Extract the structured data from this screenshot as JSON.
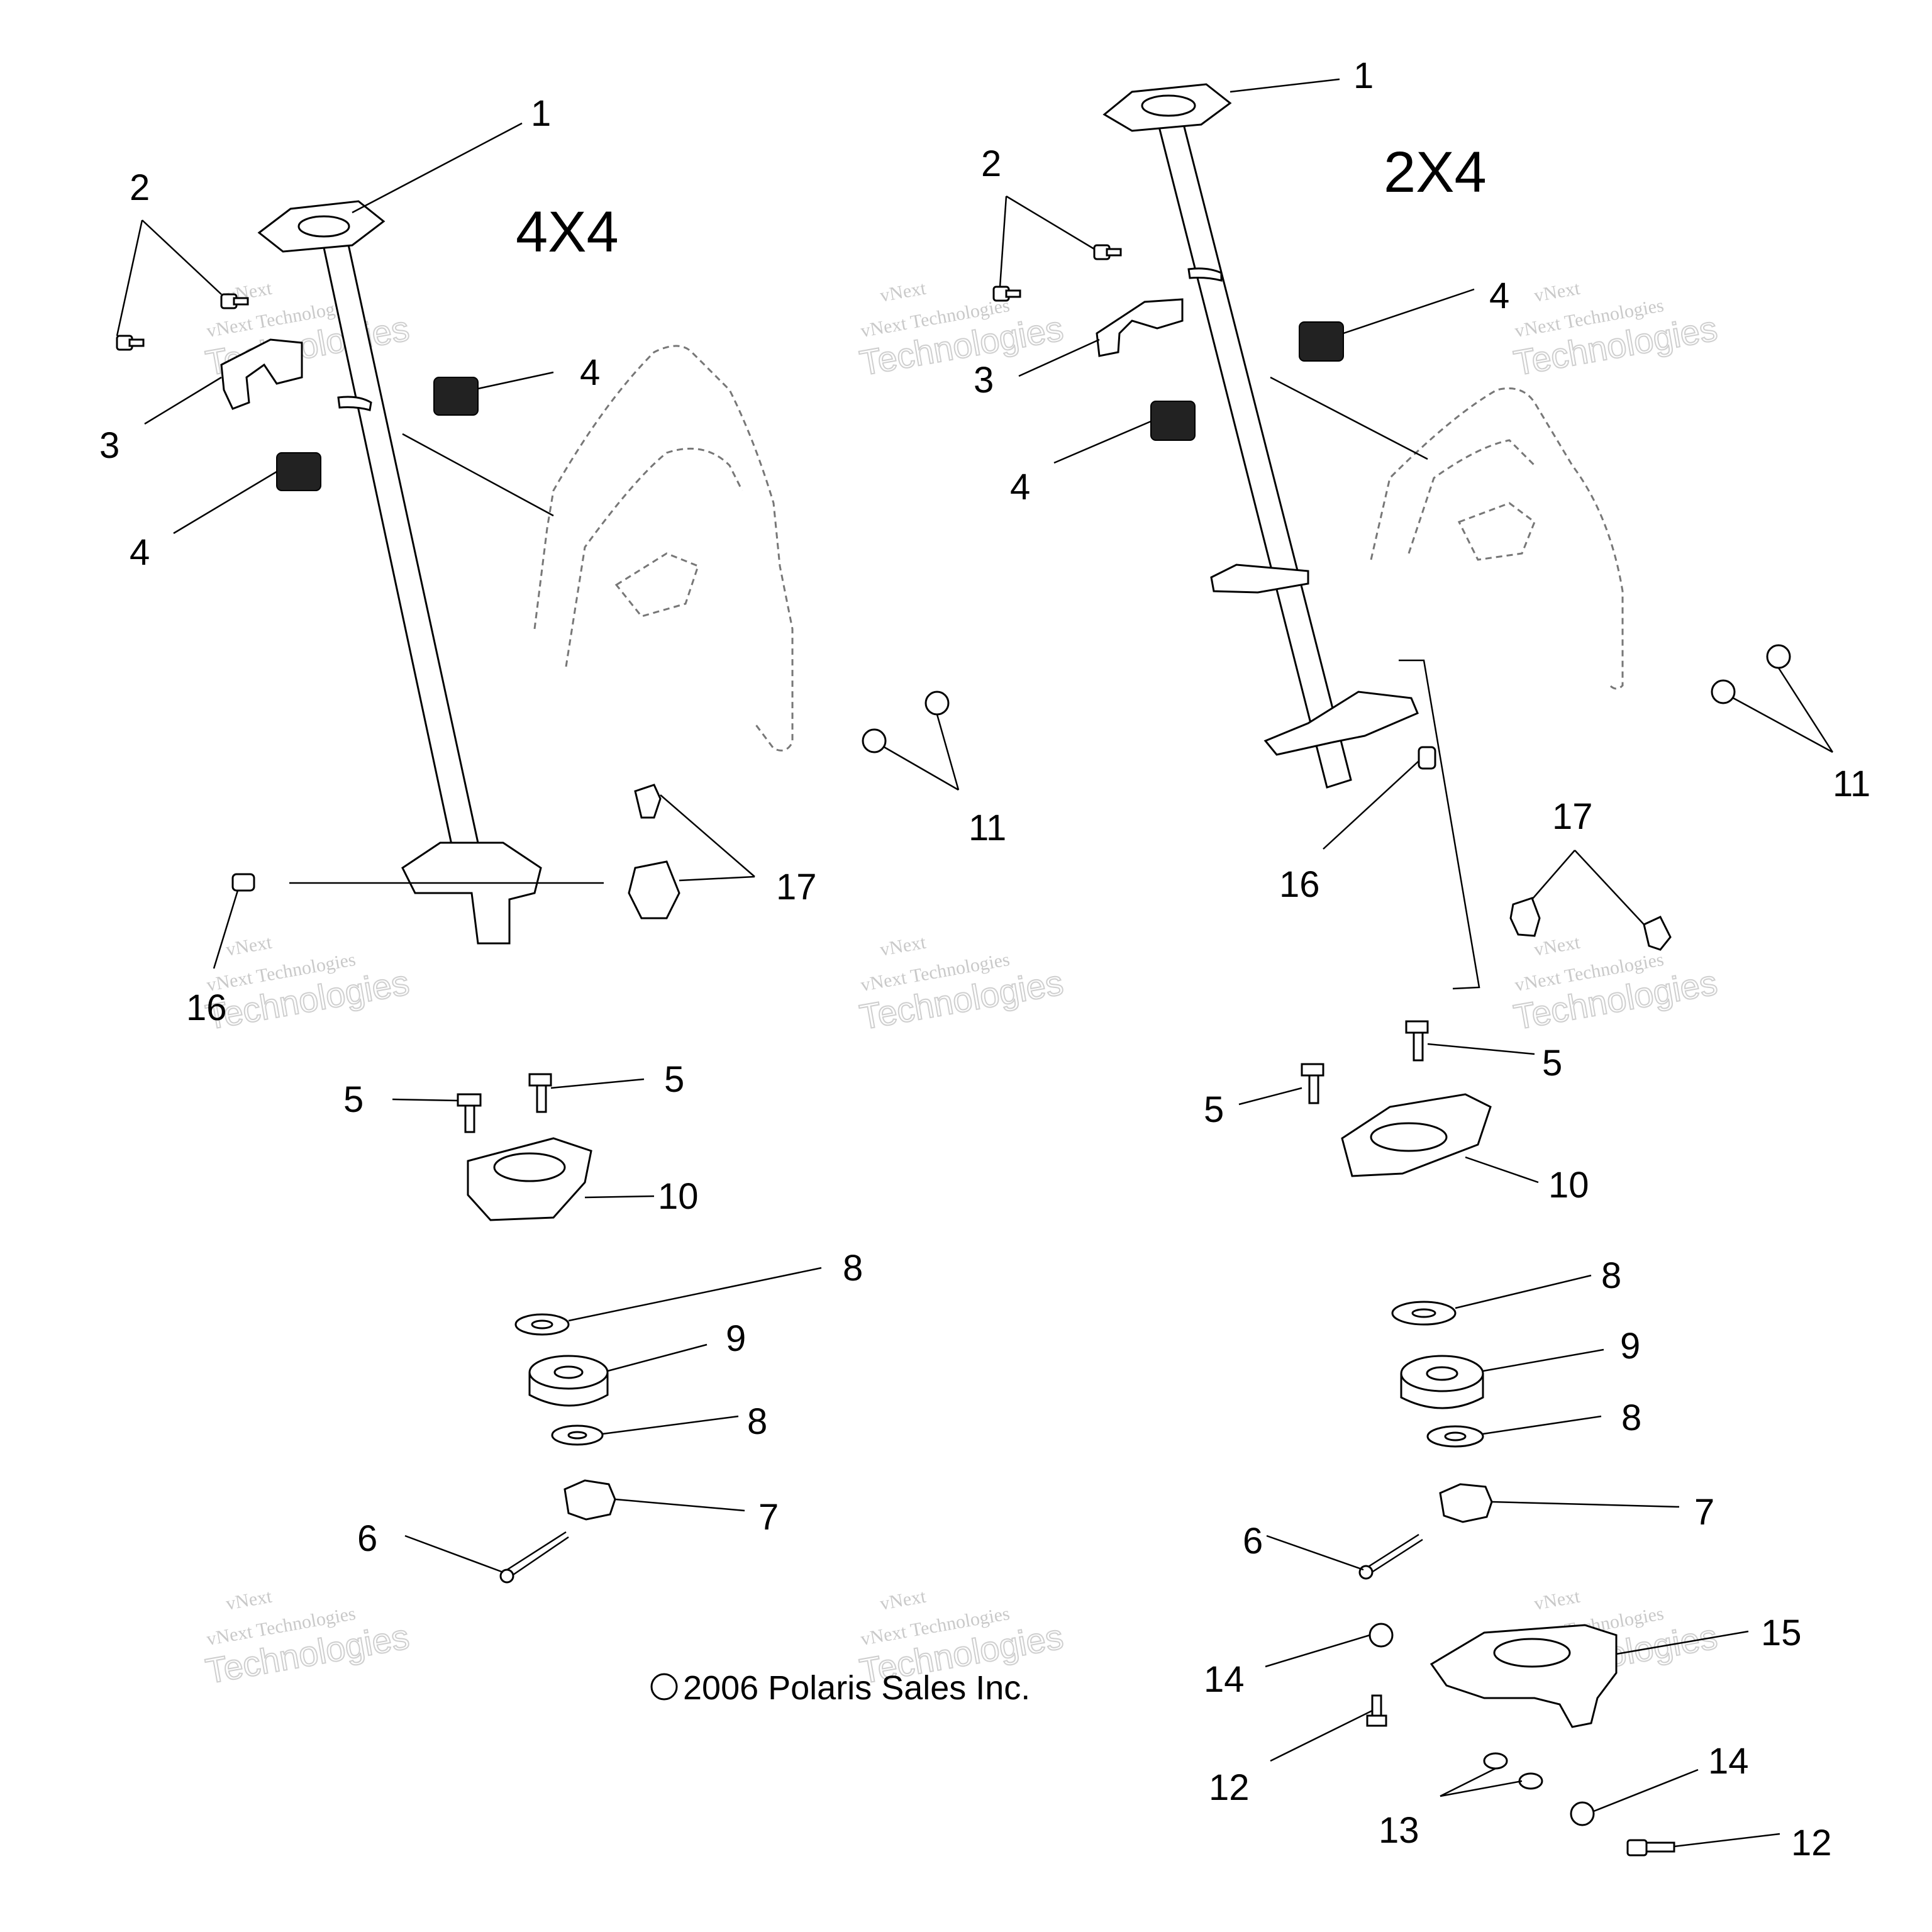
{
  "diagram": {
    "variants": {
      "left": "4X4",
      "right": "2X4"
    },
    "copyright": "2006 Polaris Sales Inc.",
    "copyright_symbol": "©",
    "watermark": {
      "line1": "vNext Technologies",
      "line2": "vNext",
      "line3": "Technologies"
    },
    "callouts": {
      "l1": "1",
      "l2": "2",
      "l3": "3",
      "l4a": "4",
      "l4b": "4",
      "l5a": "5",
      "l5b": "5",
      "l6": "6",
      "l7": "7",
      "l8a": "8",
      "l8b": "8",
      "l9": "9",
      "l10": "10",
      "l11": "11",
      "l16": "16",
      "l17": "17",
      "r1": "1",
      "r2": "2",
      "r3": "3",
      "r4a": "4",
      "r4b": "4",
      "r5a": "5",
      "r5b": "5",
      "r6": "6",
      "r7": "7",
      "r8a": "8",
      "r8b": "8",
      "r9": "9",
      "r10": "10",
      "r11": "11",
      "r12a": "12",
      "r12b": "12",
      "r13": "13",
      "r14a": "14",
      "r14b": "14",
      "r15": "15",
      "r16": "16",
      "r17": "17"
    }
  }
}
